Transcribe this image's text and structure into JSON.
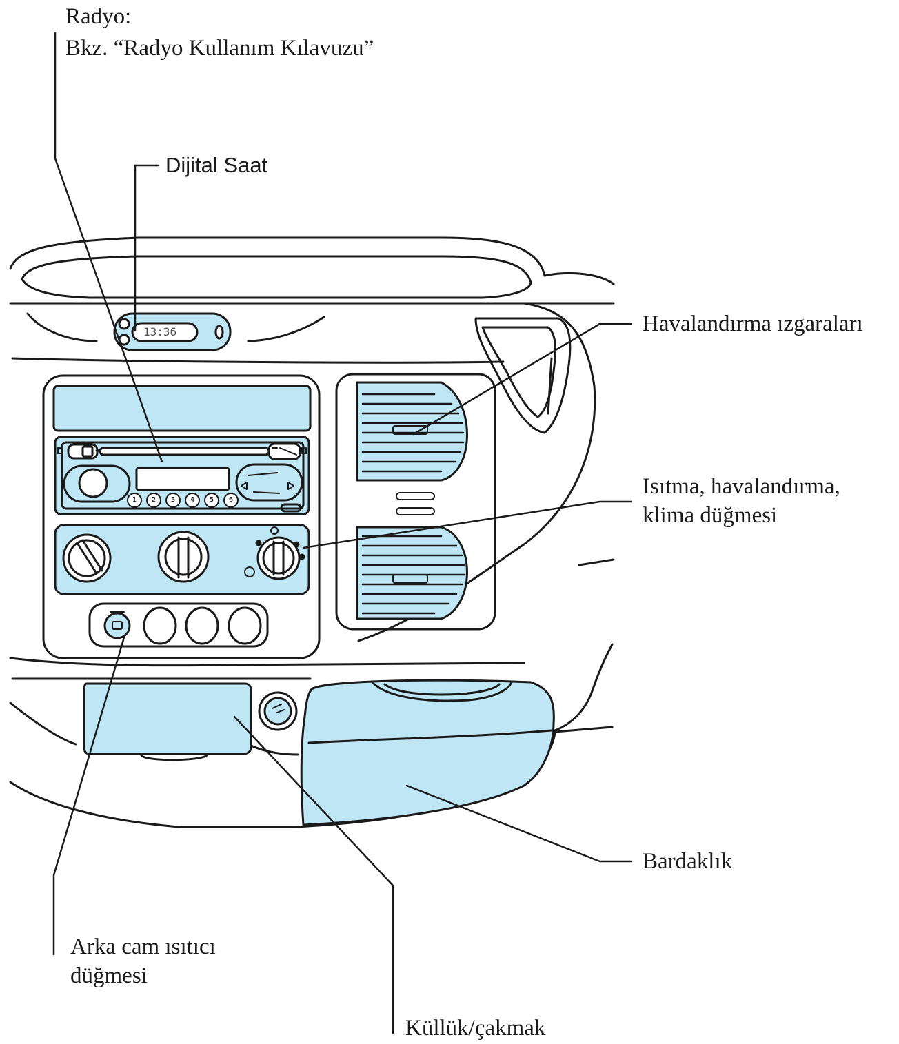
{
  "labels": {
    "radio_title": "Radyo:",
    "radio_ref": "Bkz. “Radyo Kullanım Kılavuzu”",
    "digital_clock": "Dijital Saat",
    "vents": "Havalandırma ızgaraları",
    "heating_line1": "Isıtma, havalandırma,",
    "heating_line2": "klima düğmesi",
    "cup_holder": "Bardaklık",
    "rear_defrost_line1": "Arka cam ısıtıcı",
    "rear_defrost_line2": "düğmesi",
    "ashtray": "Küllük/çakmak"
  },
  "clock_display": "13:36",
  "radio_presets": [
    "1",
    "2",
    "3",
    "4",
    "5",
    "6"
  ],
  "colors": {
    "fill": "#bfe6f4",
    "stroke": "#1a1a1a"
  }
}
